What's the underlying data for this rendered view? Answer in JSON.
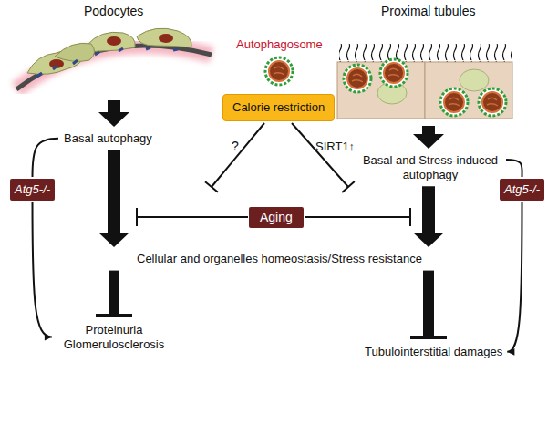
{
  "diagram": {
    "nodes": [
      {
        "text": [
          "Podocytes"
        ]
      },
      {
        "text": [
          "Proximal tubules"
        ]
      },
      {
        "text": [
          "Basal autophagy"
        ]
      },
      {
        "text": [
          "Calorie restriction"
        ]
      },
      {
        "text": [
          "Basal and Stress-induced autophagy"
        ]
      },
      {
        "text": [
          "Aging"
        ]
      },
      {
        "text": [
          "Cellular and organelles homeostasis/Stress resistance"
        ]
      },
      {
        "text": [
          "Proteinuria Glomerulosclerosis"
        ]
      },
      {
        "text": [
          "Tubulointerstitial damages"
        ]
      },
      {
        "text": [
          "Atg5-/-"
        ]
      },
      {
        "text": [
          "Atg5-/-"
        ]
      }
    ],
    "edges": [
      {
        "from": 0,
        "to": 2,
        "arrow": "to"
      },
      {
        "from": 1,
        "to": 4,
        "arrow": "to"
      },
      {
        "from": 2,
        "to": 6,
        "arrow": "to"
      },
      {
        "from": 4,
        "to": 6,
        "arrow": "to"
      },
      {
        "from": 6,
        "to": 7,
        "arrow": "to"
      },
      {
        "from": 6,
        "to": 8,
        "arrow": "to"
      },
      {
        "from": 2,
        "to": 9,
        "arrow": "none"
      },
      {
        "from": 9,
        "to": 7,
        "arrow": "to"
      },
      {
        "from": 4,
        "to": 10,
        "arrow": "none"
      },
      {
        "from": 10,
        "to": 8,
        "arrow": "to"
      }
    ],
    "labels": [
      "Autophagosome",
      "?",
      "SIRT1↑"
    ]
  }
}
